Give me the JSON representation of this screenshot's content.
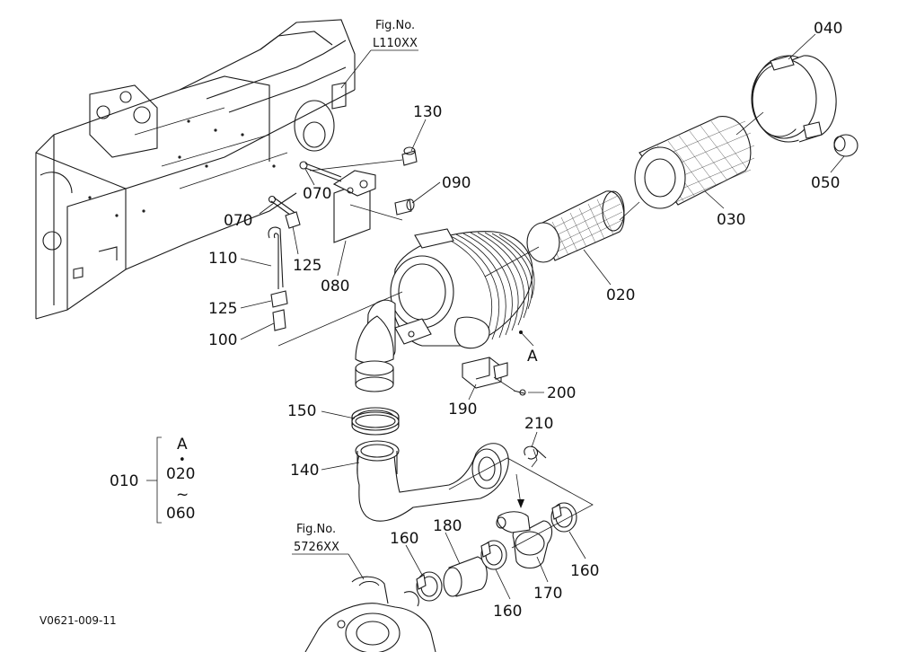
{
  "references": {
    "top": {
      "title": "Fig.No.",
      "code": "L110XX"
    },
    "bottom": {
      "title": "Fig.No.",
      "code": "5726XX"
    }
  },
  "parts": {
    "p040": "040",
    "p050": "050",
    "p030": "030",
    "p020": "020",
    "p130": "130",
    "p090": "090",
    "p070a": "070",
    "p070b": "070",
    "p125a": "125",
    "p110": "110",
    "p080": "080",
    "p125b": "125",
    "p100": "100",
    "pA": "A",
    "p200": "200",
    "p190": "190",
    "p150": "150",
    "p210": "210",
    "p140": "140",
    "p180": "180",
    "p160a": "160",
    "p160b": "160",
    "p160c": "160",
    "p170": "170"
  },
  "assembly": {
    "label": "010",
    "range": [
      "A",
      "•",
      "020",
      "~",
      "060"
    ]
  },
  "footer": {
    "code": "V0621-009-11"
  }
}
